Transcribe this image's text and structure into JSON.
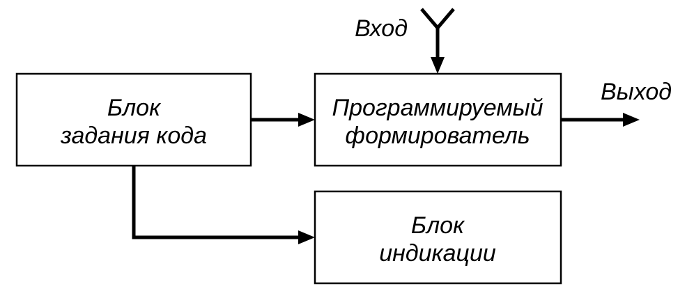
{
  "diagram": {
    "blocks": {
      "code_setting": {
        "line1": "Блок",
        "line2": "задания кода"
      },
      "programmable_shaper": {
        "line1": "Программируемый",
        "line2": "формирователь"
      },
      "indication": {
        "line1": "Блок",
        "line2": "индикации"
      }
    },
    "input_label": "Вход",
    "output_label": "Выход",
    "connections": [
      {
        "from": "code_setting",
        "to": "programmable_shaper"
      },
      {
        "from": "code_setting",
        "to": "indication"
      },
      {
        "from": "input_label",
        "to": "programmable_shaper"
      },
      {
        "from": "programmable_shaper",
        "to": "output_label"
      }
    ]
  }
}
